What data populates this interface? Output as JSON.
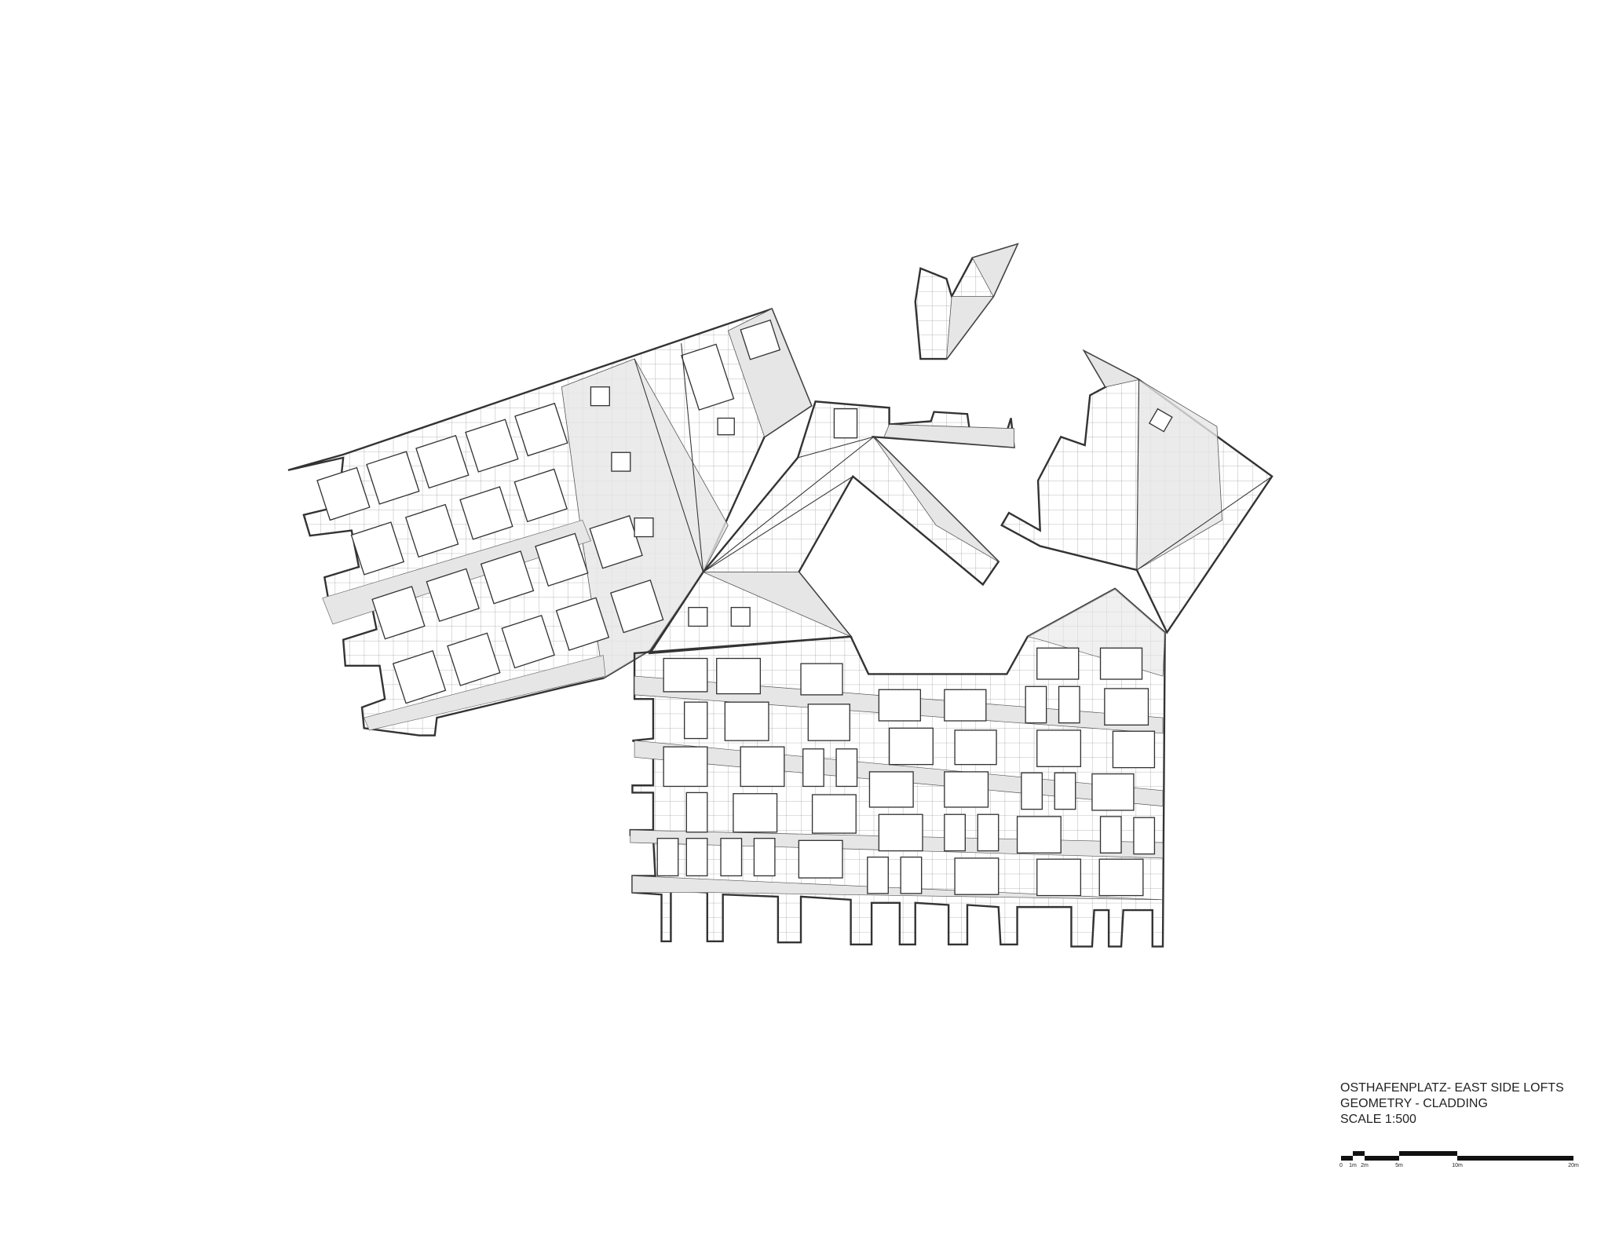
{
  "title_block": {
    "line1": "OSTHAFENPLATZ- EAST SIDE LOFTS",
    "line2": "GEOMETRY - CLADDING",
    "line3": "SCALE 1:500"
  },
  "scale_bar": {
    "labels": [
      "0",
      "1m",
      "2m",
      "5m",
      "10m",
      "20m"
    ],
    "max_m": 20
  },
  "colors": {
    "line": "#333333",
    "fill": "#e6e6e6"
  }
}
